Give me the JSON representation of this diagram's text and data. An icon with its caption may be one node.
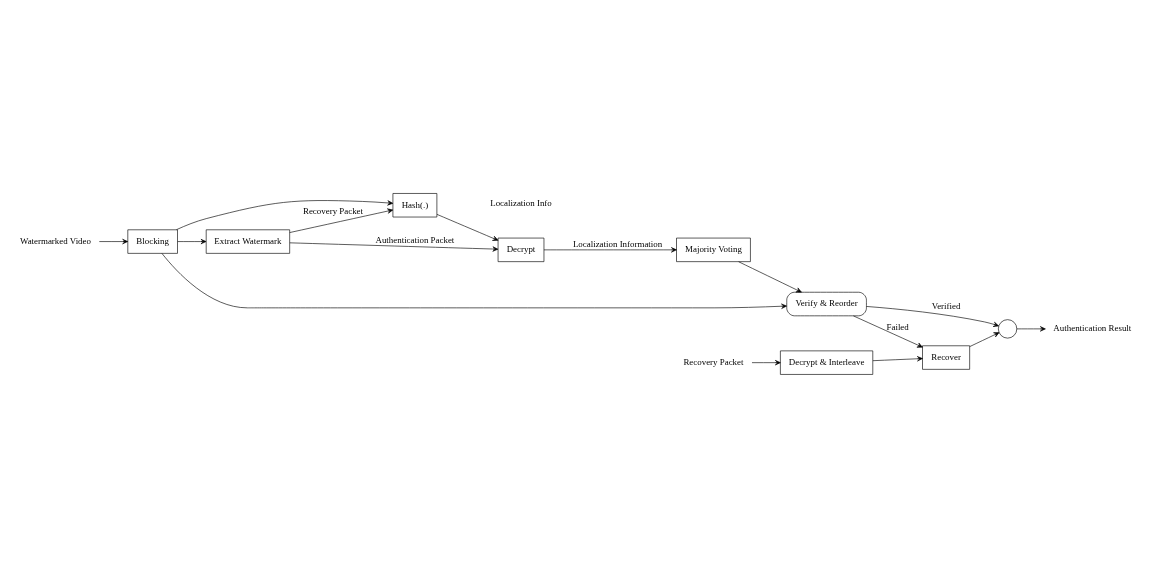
{
  "diagram": {
    "nodes": [
      {
        "text": [
          "Watermarked Video"
        ]
      },
      {
        "text": [
          "Blocking"
        ]
      },
      {
        "text": [
          "Extract Watermark"
        ]
      },
      {
        "text": [
          "Hash(.)"
        ]
      },
      {
        "text": [
          "Decrypt"
        ]
      },
      {
        "text": [
          "Majority Voting"
        ]
      },
      {
        "text": [
          "Verify & Reorder"
        ]
      },
      {
        "text": [],
        "shape": "circle"
      },
      {
        "text": [
          "Authentication Result"
        ]
      },
      {
        "text": [
          "Decrypt & Interleave"
        ]
      },
      {
        "text": [
          "Recover"
        ]
      },
      {
        "text": [
          "Recovery Packet"
        ]
      }
    ],
    "edges": [
      {
        "from": 0,
        "to": 1,
        "arrow": "to"
      },
      {
        "from": 1,
        "to": 2,
        "arrow": "to"
      },
      {
        "from": 1,
        "to": 3,
        "arrow": "to"
      },
      {
        "from": 1,
        "to": 6,
        "arrow": "to"
      },
      {
        "from": 2,
        "to": 3,
        "arrow": "to",
        "label": "Recovery Packet"
      },
      {
        "from": 2,
        "to": 4,
        "arrow": "to",
        "label": "Authentication Packet"
      },
      {
        "from": 3,
        "to": 4,
        "arrow": "to"
      },
      {
        "from": 4,
        "to": 5,
        "arrow": "to",
        "label": "Localization Information"
      },
      {
        "from": 5,
        "to": 6,
        "arrow": "to"
      },
      {
        "from": 6,
        "to": 7,
        "arrow": "to",
        "label": "Verified"
      },
      {
        "from": 7,
        "to": 8,
        "arrow": "to"
      },
      {
        "from": 6,
        "to": 10,
        "arrow": "to",
        "label": "Failed"
      },
      {
        "from": 11,
        "to": 9,
        "arrow": "to"
      },
      {
        "from": 9,
        "to": 10,
        "arrow": "to"
      },
      {
        "from": 10,
        "to": 7,
        "arrow": "to"
      }
    ],
    "labels": [
      "Localization Info"
    ]
  }
}
